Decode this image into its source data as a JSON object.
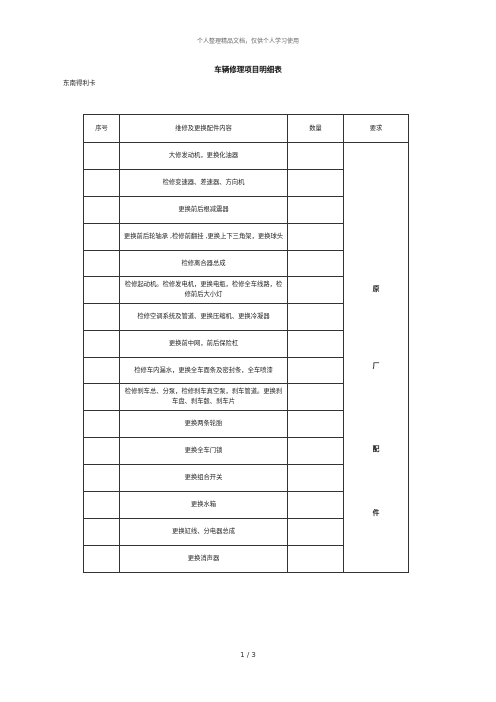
{
  "header_note": "个人整理精品文档，仅供个人学习使用",
  "title": "车辆修理项目明细表",
  "vehicle": "东南得利卡",
  "table": {
    "headers": {
      "no": "序号",
      "content": "维修及更换配件内容",
      "qty": "数量",
      "req": "要求"
    },
    "rows": [
      {
        "content": "大修发动机，更换化油器",
        "h": 27
      },
      {
        "content": "检修变速器、差速器、方向机",
        "h": 27
      },
      {
        "content": "更换前后根减震器",
        "h": 27
      },
      {
        "content": "更换前后轮轴承 ,检修前翻挂 ,更换上下三角架，更换球头",
        "h": 27
      },
      {
        "content": "检修离合器总成",
        "h": 26
      },
      {
        "content": "检修起动机。检修发电机，更换电瓶，检修全车线路，检修前后大小灯",
        "h": 27
      },
      {
        "content": "检修空调系统及管道、更换压缩机、更换冷凝器",
        "h": 27
      },
      {
        "content": "更换前中网，前后保险杠",
        "h": 27
      },
      {
        "content": "检修车内漏水，更换全车面条及密封条，全车喷漆",
        "h": 26
      },
      {
        "content": "检修刹车总、分泵，检修刹车真空泵，刹车管道。更换刹车盘、刹车毂、刹车片",
        "h": 27
      },
      {
        "content": "更换两条轮胎",
        "h": 27
      },
      {
        "content": "更换全车门锁",
        "h": 27
      },
      {
        "content": "更换组合开关",
        "h": 27
      },
      {
        "content": "更换水箱",
        "h": 27
      },
      {
        "content": "更换缸线、分电器总成",
        "h": 27
      },
      {
        "content": "更换消声器",
        "h": 27
      }
    ],
    "requirement_chars": [
      "原",
      "厂",
      "配",
      "件"
    ]
  },
  "page_number": "1 / 3"
}
